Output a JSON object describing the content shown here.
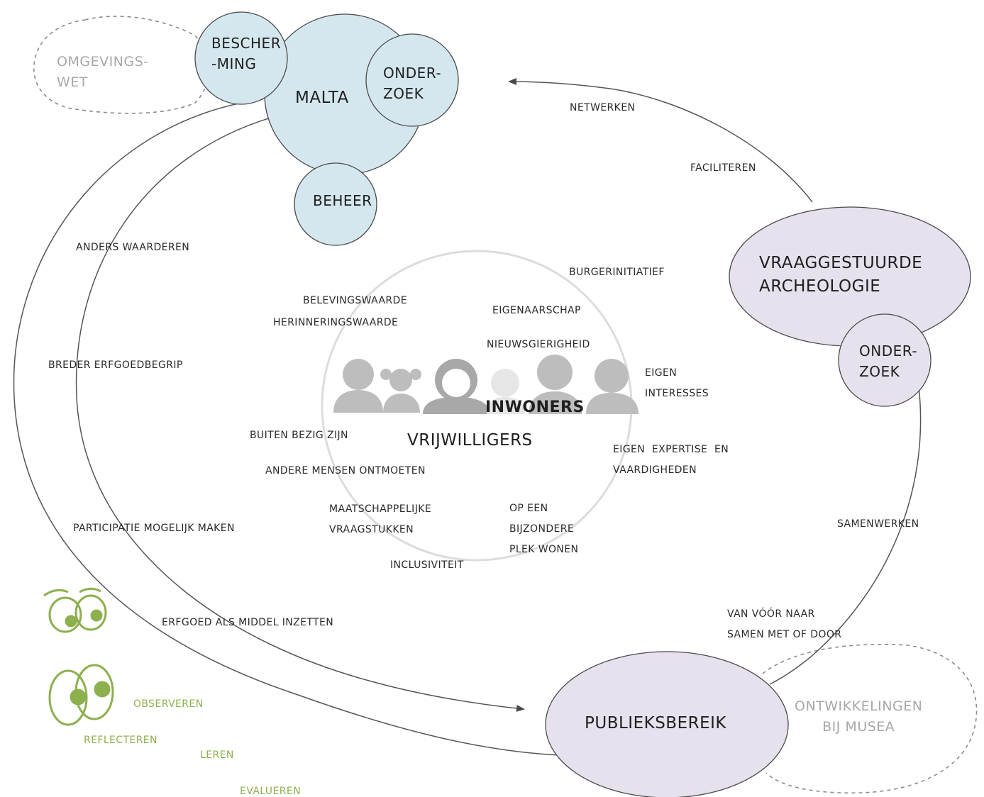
{
  "colors": {
    "blue_circle": "#d5e7ee",
    "purple_circle": "#e6e1ec",
    "stroke": "#4a4a4a",
    "inner_circle": "#dcdcdc",
    "people": "#bdbdbd",
    "green": "#8db04e"
  },
  "icons": [
    "people-silhouettes-icon",
    "eyes-icon"
  ],
  "malta": {
    "main": "MALTA",
    "bescherming": "BESCHER\n-MING",
    "onderzoek": "ONDER-\nZOEK",
    "beheer": "BEHEER"
  },
  "omgevingswet": "OMGEVINGS-\nWET",
  "vraaggestuurde": {
    "title": "VRAAGGESTUURDE\nARCHEOLOGIE",
    "onderzoek": "ONDER-\nZOEK"
  },
  "publieksbereik": "PUBLIEKSBEREIK",
  "musea": "ONTWIKKELINGEN\nBIJ MUSEA",
  "center": {
    "inwoners": "INWONERS",
    "vrijwilligers": "VRIJWILLIGERS"
  },
  "arrow_labels": {
    "netwerken": "NETWERKEN",
    "faciliteren": "FACILITEREN",
    "samenwerken": "SAMENWERKEN",
    "van_voor": "VAN VÓÓR NAAR\nSAMEN MET OF DOOR",
    "anders_waarderen": "ANDERS WAARDEREN",
    "breder": "BREDER ERFGOEDBEGRIP",
    "participatie": "PARTICIPATIE MOGELIJK MAKEN",
    "erfgoed_middel": "ERFGOED ALS MIDDEL INZETTEN"
  },
  "motives": {
    "burgerinitiatief": "BURGERINITIATIEF",
    "belevingswaarde": "BELEVINGSWAARDE",
    "herinneringswaarde": "HERINNERINGSWAARDE",
    "eigenaarschap": "EIGENAARSCHAP",
    "nieuwsgierigheid": "NIEUWSGIERIGHEID",
    "eigen_interesses": "EIGEN\nINTERESSES",
    "buiten": "BUITEN BEZIG ZIJN",
    "expertise": "EIGEN  EXPERTISE  EN\nVAARDIGHEDEN",
    "andere_mensen": "ANDERE MENSEN ONTMOETEN",
    "maatschappelijke": "MAATSCHAPPELIJKE\nVRAAGSTUKKEN",
    "op_een": "OP EEN\nBIJZONDERE\nPLEK WONEN",
    "inclusiviteit": "INCLUSIVITEIT"
  },
  "learning": {
    "observeren": "OBSERVEREN",
    "reflecteren": "REFLECTEREN",
    "leren": "LEREN",
    "evalueren": "EVALUEREN"
  }
}
